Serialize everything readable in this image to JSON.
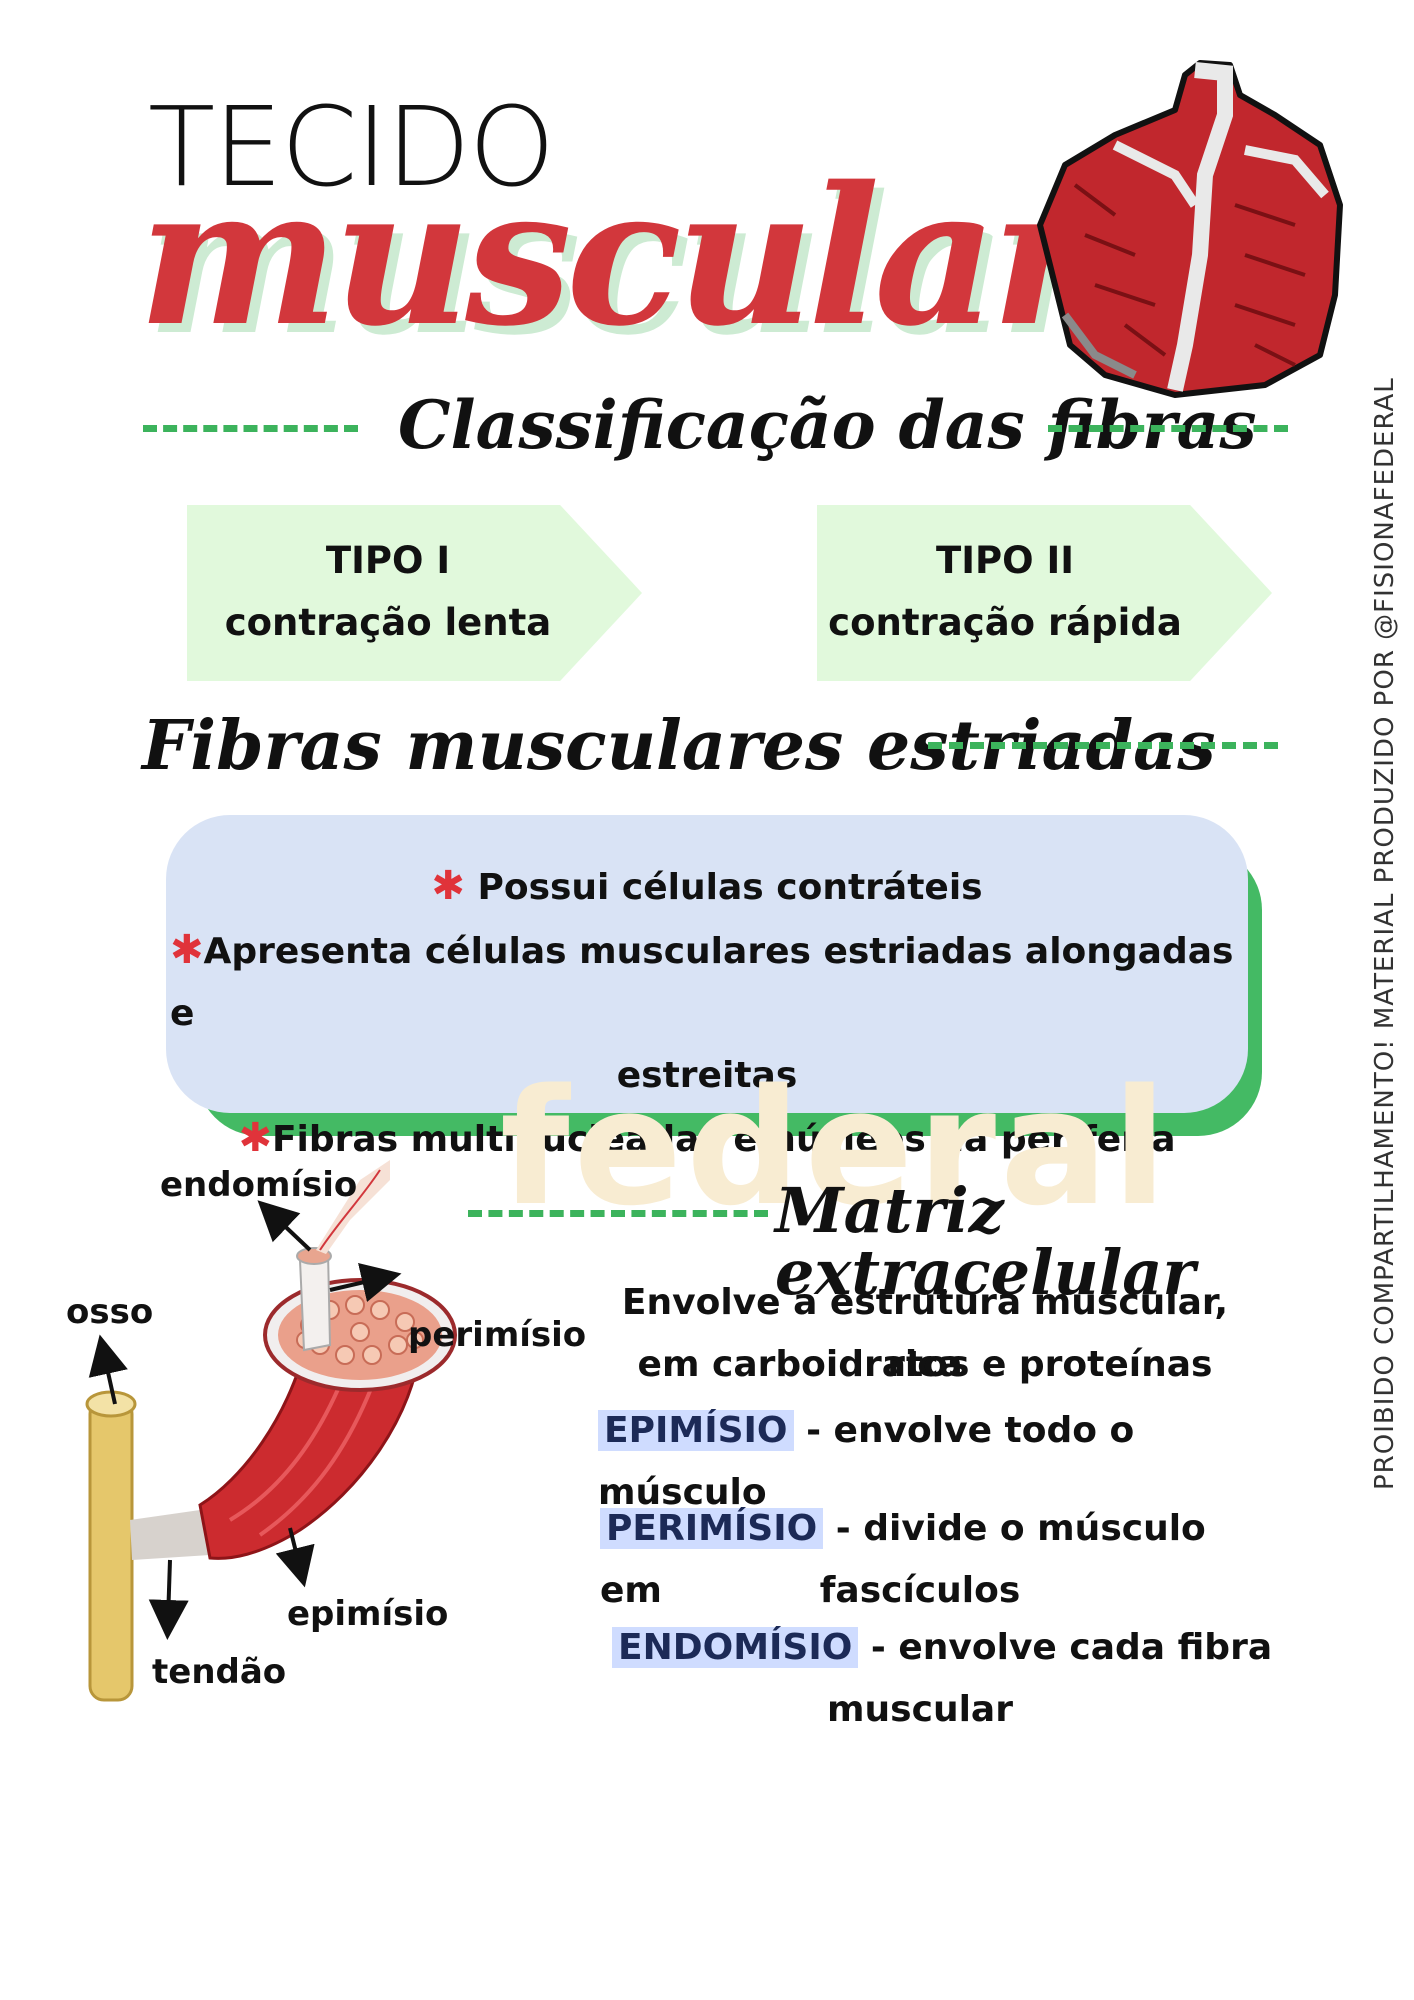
{
  "title": {
    "line1": "TECIDO",
    "line2": "muscular"
  },
  "classification": {
    "heading": "Classificação das fibras",
    "type1": {
      "title": "TIPO I",
      "desc": "contração lenta"
    },
    "type2": {
      "title": "TIPO II",
      "desc": "contração rápida"
    }
  },
  "striated": {
    "heading": "Fibras musculares estriadas",
    "items": [
      "Possui células contráteis",
      "Apresenta células musculares estriadas alongadas e",
      "estreitas",
      "Fibras multinucleadas e núcleos na periferia"
    ]
  },
  "watermark": "federal",
  "matrix": {
    "heading": "Matriz extracelular",
    "intro_1": "Envolve a estrutura muscular, rica",
    "intro_2": "em carboidratos e proteínas",
    "epimisio_term": "EPIMÍSIO",
    "epimisio_desc": "- envolve todo o músculo",
    "perimisio_term": "PERIMÍSIO",
    "perimisio_desc_1": "- divide o músculo em",
    "perimisio_desc_2": "fascículos",
    "endomisio_term": "ENDOMÍSIO",
    "endomisio_desc_1": "- envolve cada fibra",
    "endomisio_desc_2": "muscular"
  },
  "diagram_labels": {
    "endomisio": "endomísio",
    "perimisio": "perimísio",
    "osso": "osso",
    "epimisio": "epimísio",
    "tendao": "tendão"
  },
  "side_note": "PROIBIDO COMPARTILHAMENTO! MATERIAL PRODUZIDO POR @FISIONAFEDERAL",
  "colors": {
    "accent_red": "#d2373c",
    "accent_green": "#3cb35c",
    "box_blue": "#d9e3f5",
    "card_green": "#e1f9dc"
  }
}
